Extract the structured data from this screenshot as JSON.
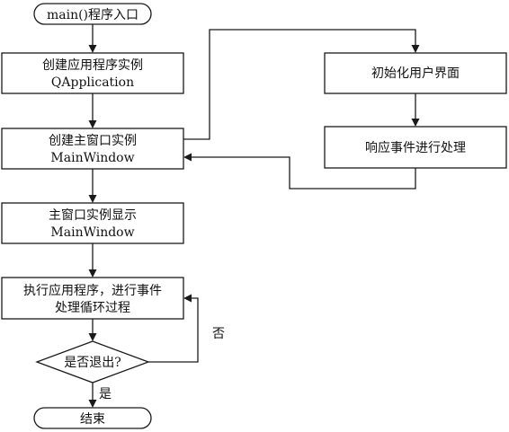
{
  "nodes": {
    "start": "main()程序入口",
    "create_app": {
      "line1": "创建应用程序实例",
      "line2": "QApplication"
    },
    "create_main_window": {
      "line1": "创建主窗口实例",
      "line2": "MainWindow"
    },
    "show_main_window": {
      "line1": "主窗口实例显示",
      "line2": "MainWindow"
    },
    "run_event_loop": {
      "line1": "执行应用程序，进行事件",
      "line2": "处理循环过程"
    },
    "decision_exit": "是否退出?",
    "end": "结束",
    "init_ui": "初始化用户界面",
    "handle_events": "响应事件进行处理"
  },
  "edge_labels": {
    "no": "否",
    "yes": "是"
  }
}
